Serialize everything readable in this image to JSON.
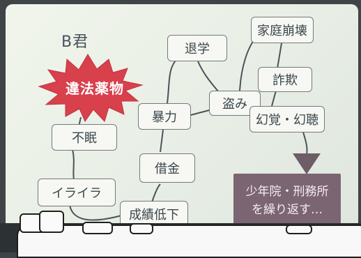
{
  "slide": {
    "title": "B君",
    "center_label": "違法薬物",
    "nodes": {
      "fumin": "不眠",
      "iraira": "イライラ",
      "taigaku": "退学",
      "bouryoku": "暴力",
      "nusumi": "盗み",
      "shakkin": "借金",
      "seiseki": "成績低下",
      "katei": "家庭崩壊",
      "sagi": "詐欺",
      "genkaku": "幻覚・幻聴"
    },
    "result_line1": "少年院・刑務所",
    "result_line2": "を繰り返す…"
  },
  "colors": {
    "burst": "#d8404c",
    "result": "#7c6572",
    "arrow": "#6e5c66",
    "line": "#4a5358"
  }
}
